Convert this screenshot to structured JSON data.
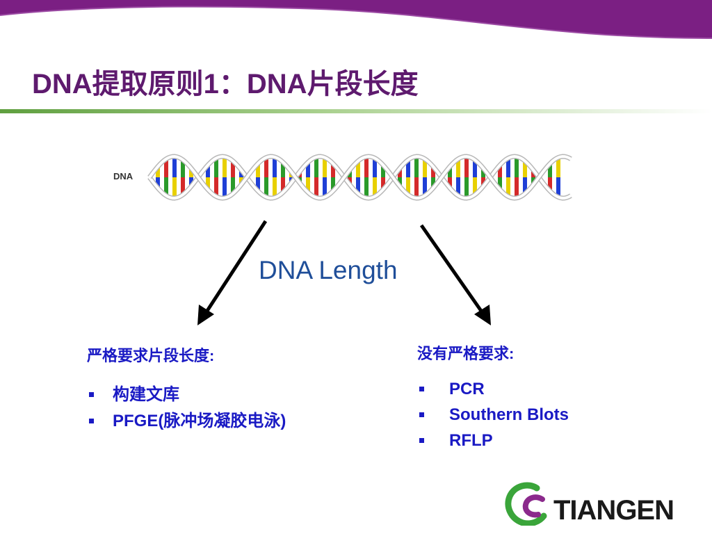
{
  "slide": {
    "title": "DNA提取原则1：DNA片段长度",
    "dna_label": "DNA",
    "center_label": "DNA Length",
    "left_column": {
      "heading": "严格要求片段长度:",
      "items": [
        "构建文库",
        "PFGE(脉冲场凝胶电泳)"
      ]
    },
    "right_column": {
      "heading": "没有严格要求:",
      "items": [
        "PCR",
        "Southern Blots",
        "RFLP"
      ]
    },
    "logo": {
      "brand": "TIANGEN"
    }
  },
  "colors": {
    "title": "#5e1a6e",
    "header_purple": "#7b1f83",
    "rule_green": "#6aa84f",
    "list_blue": "#1a1ac4",
    "center_label": "#1f4e99",
    "logo_green": "#3aa53a",
    "logo_purple": "#8b2a8c"
  },
  "icons": {
    "bullet": "square-bullet-icon",
    "arrow": "arrow-down-icon",
    "logo": "tiangen-logo-icon"
  }
}
